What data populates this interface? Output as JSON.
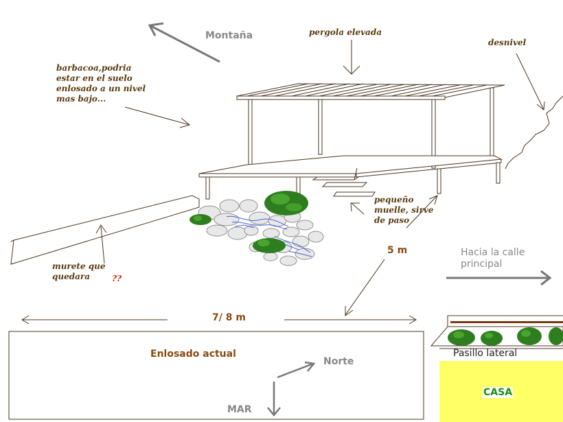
{
  "labels": {
    "montana": "Montaña",
    "pergola": "pergola elevada",
    "desnivel": "desnivel",
    "barbacoa": [
      "barbacoa,podria",
      "estar en el suelo",
      "enlosado a un nivel",
      "mas bajo..."
    ],
    "muelle": [
      "pequeño",
      "muelle, sirve",
      "de paso"
    ],
    "murete": [
      "murete que",
      "quedara"
    ],
    "question": "??",
    "five_m": "5 m",
    "hacia": [
      "Hacia la calle",
      "principal"
    ],
    "seven_m": "7/ 8 m",
    "enlosado": "Enlosado actual",
    "norte": "Norte",
    "mar": "MAR",
    "pasillo": "Pasillo lateral",
    "casa": "CASA"
  },
  "colors": {
    "ink": "#4a3420",
    "dark_arrow": "#777777",
    "annotation_text": "#5a3a10",
    "measure_text": "#8a4a10",
    "gray_text": "#888888",
    "bush": "#2e7d1f",
    "bush_light": "#5bbf3a",
    "stone_fill": "#e8e8e8",
    "stone_stroke": "#909090",
    "water": "#4a5fd0",
    "casa_fill": "#ffff66",
    "casa_text": "#1a8a1a",
    "question_red": "#cc2200",
    "fence_band": "#7a3a10"
  }
}
